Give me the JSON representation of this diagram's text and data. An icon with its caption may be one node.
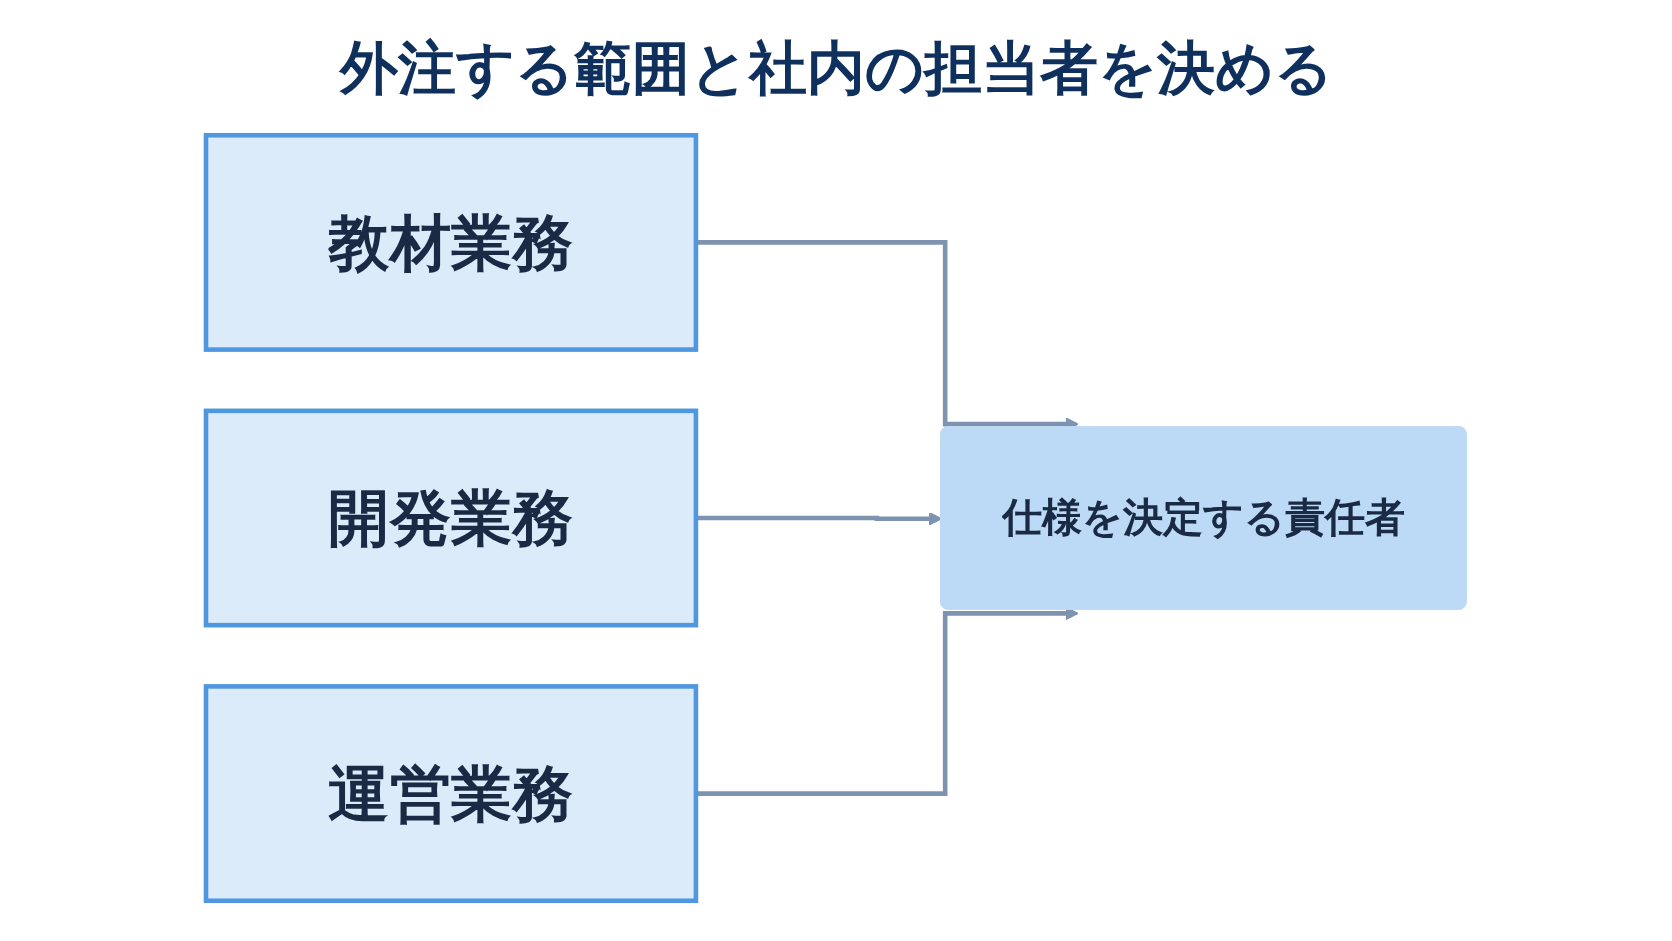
{
  "diagram": {
    "title": "外注する範囲と社内の担当者を決める",
    "nodes": [
      {
        "text": [
          "教材業務"
        ]
      },
      {
        "text": [
          "開発業務"
        ]
      },
      {
        "text": [
          "運営業務"
        ]
      },
      {
        "text": [
          "仕様を決定する責任者"
        ]
      }
    ],
    "edges": [
      {
        "from": 0,
        "to": 3,
        "arrow": "to"
      },
      {
        "from": 1,
        "to": 3,
        "arrow": "to"
      },
      {
        "from": 2,
        "to": 3,
        "arrow": "to"
      }
    ]
  }
}
